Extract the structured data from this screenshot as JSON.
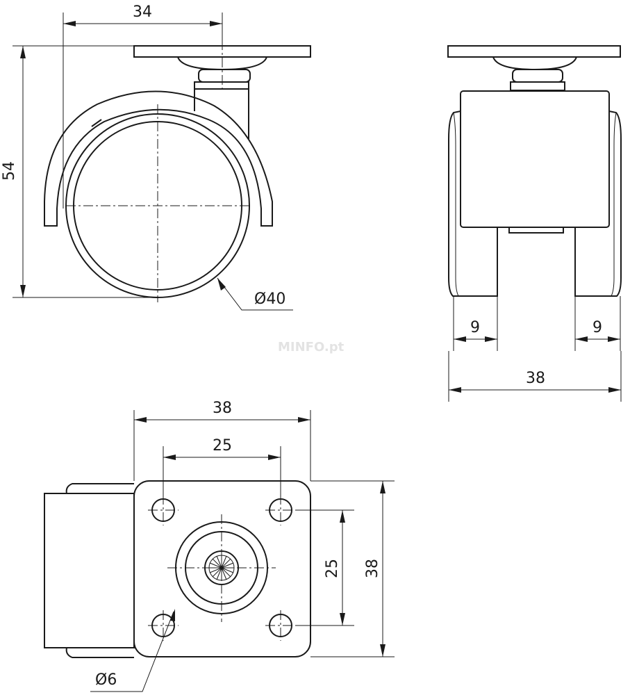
{
  "dimensions": {
    "side_width": "34",
    "side_height": "54",
    "wheel_diameter": "Ø40",
    "front_gap_left": "9",
    "front_gap_right": "9",
    "front_total_width": "38",
    "top_plate_width": "38",
    "top_hole_spacing_x": "25",
    "top_hole_spacing_y": "25",
    "top_plate_height": "38",
    "hole_diameter": "Ø6"
  },
  "watermark": "MINFO.pt"
}
